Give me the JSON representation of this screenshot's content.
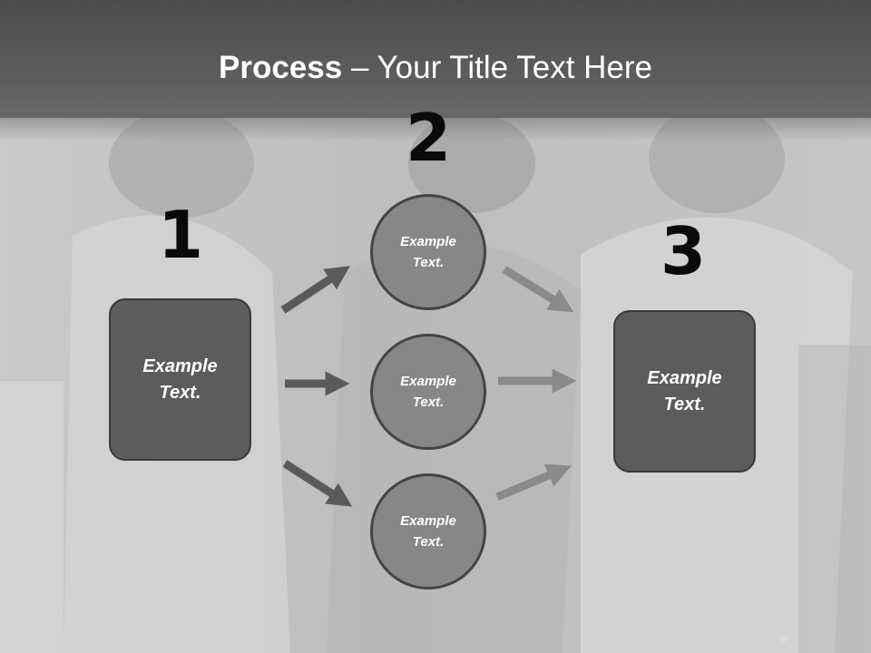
{
  "slide": {
    "title_bold": "Process",
    "title_rest": " – Your Title Text Here"
  },
  "steps": [
    {
      "number": "1",
      "text": "Example Text."
    },
    {
      "number": "2",
      "text": "Example Text."
    },
    {
      "number": "3",
      "text": "Example Text."
    }
  ],
  "middle_circles": [
    {
      "text": "Example Text."
    },
    {
      "text": "Example Text."
    },
    {
      "text": "Example Text."
    }
  ],
  "colors": {
    "title_band": "#555555",
    "box_fill": "#5c5c5c",
    "circle_fill": "#878787",
    "arrow_left": "#5a5a5a",
    "arrow_right": "#8a8a8a"
  }
}
